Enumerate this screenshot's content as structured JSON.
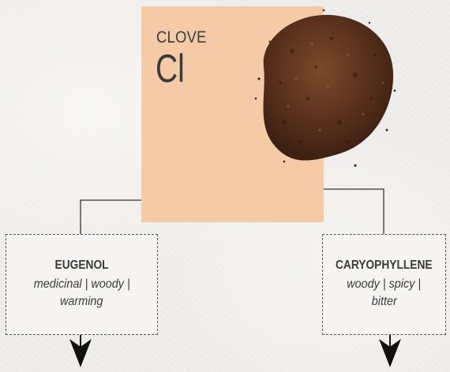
{
  "hero": {
    "name": "CLOVE",
    "code": "Cl",
    "card_color": "#f4cba6",
    "image_icon": "ground-clove-powder"
  },
  "nodes": [
    {
      "title": "EUGENOL",
      "notes_line1": "medicinal  |  woody  |",
      "notes_line2": "warming"
    },
    {
      "title": "CARYOPHYLLENE",
      "notes_line1": "woody  |  spicy  |",
      "notes_line2": "bitter"
    }
  ],
  "arrow_icon": "down-arrow-icon"
}
